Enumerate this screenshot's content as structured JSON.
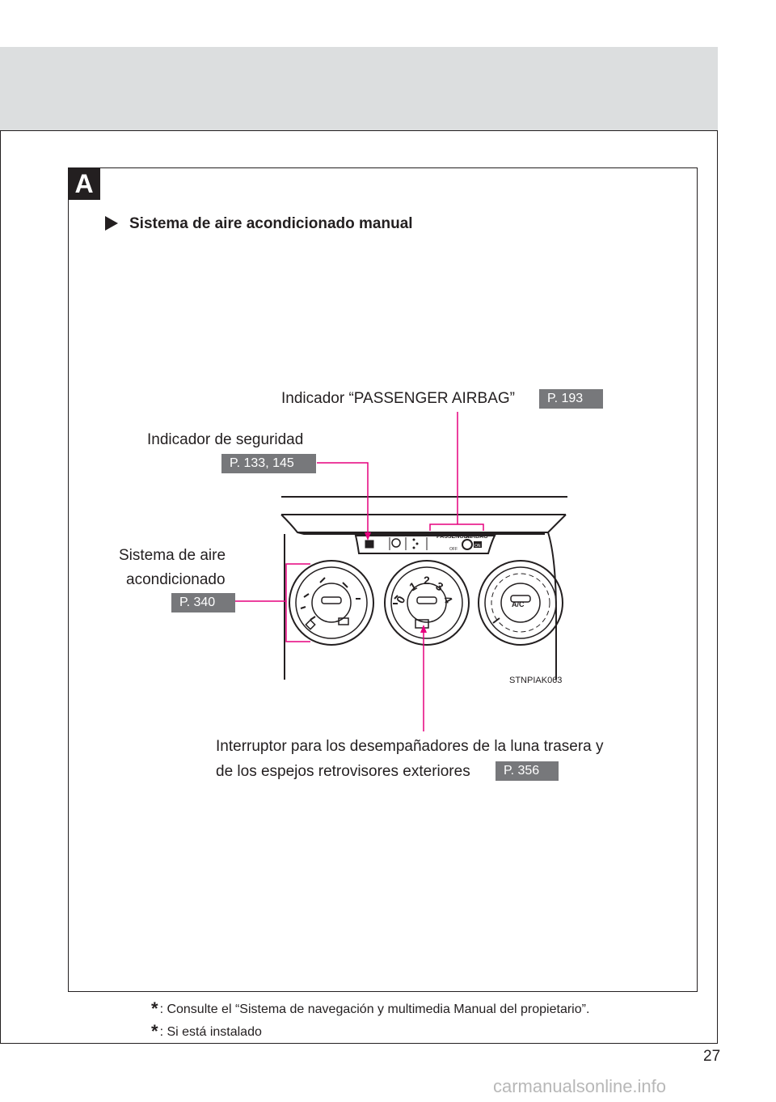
{
  "section": {
    "letter": "A",
    "title": "Sistema de aire acondicionado manual"
  },
  "callouts": {
    "passenger_airbag": {
      "label": "Indicador “PASSENGER AIRBAG”",
      "ref": "P. 193"
    },
    "security": {
      "label": "Indicador de seguridad",
      "ref": "P. 133, 145"
    },
    "ac_system": {
      "label_line1": "Sistema de aire",
      "label_line2": "acondicionado",
      "ref": "P. 340"
    },
    "defogger": {
      "label_line1": "Interruptor para los desempañadores de la luna trasera y",
      "label_line2": "de los espejos retrovisores exteriores",
      "ref": "P. 356"
    }
  },
  "illustration": {
    "code": "STNPIAK063",
    "panel_text": {
      "passenger": "PASSENGER",
      "airbag": "AIRBAG",
      "off": "OFF",
      "on": "ON"
    },
    "fan_numbers": [
      "0",
      "1",
      "2",
      "3",
      "4"
    ],
    "ac_button": "A/C"
  },
  "footnotes": [
    {
      "star": "*",
      "text": ": Consulte el “Sistema de navegación y multimedia Manual del propietario”."
    },
    {
      "star": "*",
      "text": ": Si está instalado"
    }
  ],
  "page_number": "27",
  "watermark": "carmanualsonline.info",
  "colors": {
    "callout_line": "#e6007e",
    "ref_badge": "#77787b",
    "header_band": "#dcdedf"
  }
}
